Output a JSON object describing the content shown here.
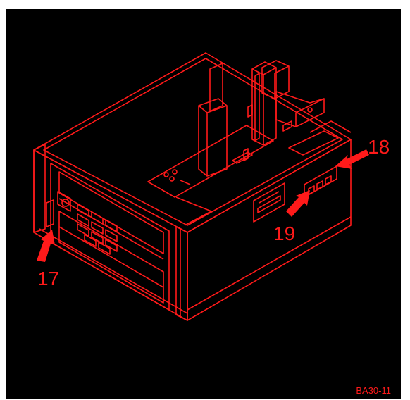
{
  "diagram": {
    "callouts": {
      "c17": "17",
      "c18": "18",
      "c19": "19"
    },
    "figure_code": "BA30-11",
    "colors": {
      "background": "#000000",
      "line": "#ff1a1a",
      "frame": "#ffffff"
    }
  }
}
